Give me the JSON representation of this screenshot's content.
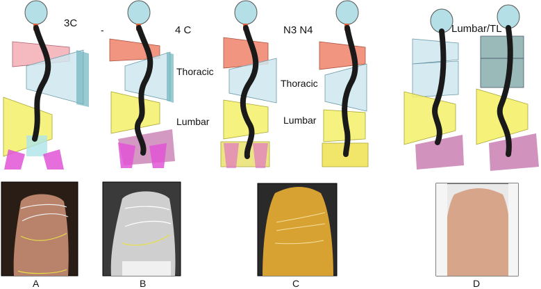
{
  "labels": {
    "group_a": "3C",
    "group_b": "4 C",
    "group_c": "N3 N4",
    "group_d": "Lumbar/TL",
    "thoracic_b": "Thoracic",
    "lumbar_b": "Lumbar",
    "thoracic_c": "Thoracic",
    "lumbar_c": "Lumbar",
    "stray_mark": "-"
  },
  "panels": [
    "A",
    "B",
    "C",
    "D"
  ],
  "colors": {
    "head": "#b5dfe6",
    "spine": "#1a1a1a",
    "pink": "#f2a7b0",
    "salmon": "#f0826a",
    "light_blue": "#cfe6ee",
    "teal": "#6fb3bf",
    "yellow": "#f5f06a",
    "magenta": "#e055d6",
    "mauve": "#c97fb3",
    "grey_teal": "#8fb3b3"
  },
  "icons": {
    "photo_a": "back-photo-icon",
    "photo_b": "back-photo-icon",
    "photo_c": "back-photo-icon",
    "photo_d": "back-photo-icon"
  }
}
